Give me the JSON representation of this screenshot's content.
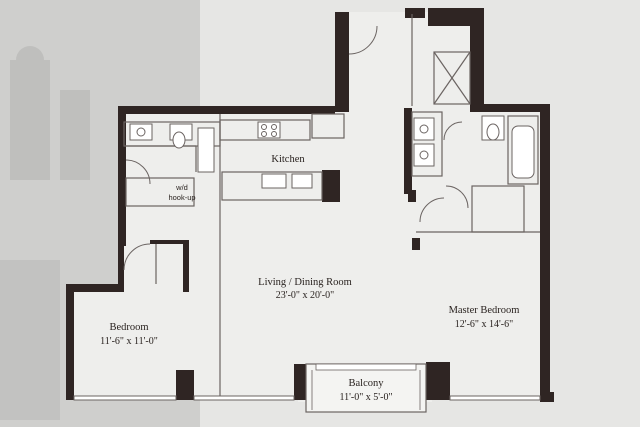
{
  "colors": {
    "background": "#d8d8d6",
    "paper": "#ececea",
    "wall": "#2f2523",
    "line": "#6b6462"
  },
  "rooms": {
    "kitchen": {
      "name": "Kitchen"
    },
    "living": {
      "name": "Living / Dining Room",
      "dimensions": "23'-0\" x 20'-0\""
    },
    "bedroom": {
      "name": "Bedroom",
      "dimensions": "11'-6\" x 11'-0\""
    },
    "master": {
      "name": "Master Bedroom",
      "dimensions": "12'-6\" x 14'-6\""
    },
    "balcony": {
      "name": "Balcony",
      "dimensions": "11'-0\" x 5'-0\""
    },
    "laundry": {
      "line1": "w/d",
      "line2": "hook-up"
    }
  }
}
